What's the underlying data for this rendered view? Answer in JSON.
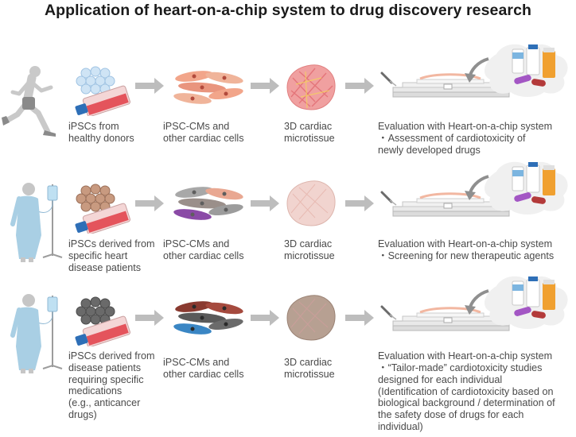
{
  "title": "Application of heart-on-a-chip system to drug discovery research",
  "colors": {
    "arrow": "#bdbdbd",
    "flask_red": "#e4545c",
    "flask_cap": "#2e6fb7",
    "microtissue_row1": "#f0a0a0",
    "microtissue_row2": "#f1d4cf",
    "microtissue_row3": "#b7a092",
    "chip_tissue": "#f2b7a1"
  },
  "rows": [
    {
      "subject_icon": "runner-icon",
      "col1": "iPSCs  from\nhealthy donors",
      "col2": "iPSC-CMs and\nother cardiac cells",
      "col3": "3D cardiac\nmicrotissue",
      "col4_title": "Evaluation with Heart-on-a-chip system",
      "col4_detail": "・Assessment of cardiotoxicity of\n   newly developed drugs"
    },
    {
      "subject_icon": "patient-iv-icon",
      "col1": "iPSCs derived from\nspecific heart\ndisease patients",
      "col2": "iPSC-CMs and\nother cardiac cells",
      "col3": "3D cardiac\nmicrotissue",
      "col4_title": "Evaluation with Heart-on-a-chip system",
      "col4_detail": "・Screening for new therapeutic agents"
    },
    {
      "subject_icon": "patient-iv-icon",
      "col1": "iPSCs derived from\ndisease patients\nrequiring specific\nmedications\n(e.g., anticancer\ndrugs)",
      "col2": "iPSC-CMs and\nother cardiac cells",
      "col3": "3D cardiac\nmicrotissue",
      "col4_title": "Evaluation with Heart-on-a-chip system",
      "col4_detail": "・“Tailor-made” cardiotoxicity studies\n   designed for each individual\n(Identification of cardiotoxicity based on\nbiological background / determination of\nthe safety dose of drugs for each\nindividual)"
    }
  ]
}
